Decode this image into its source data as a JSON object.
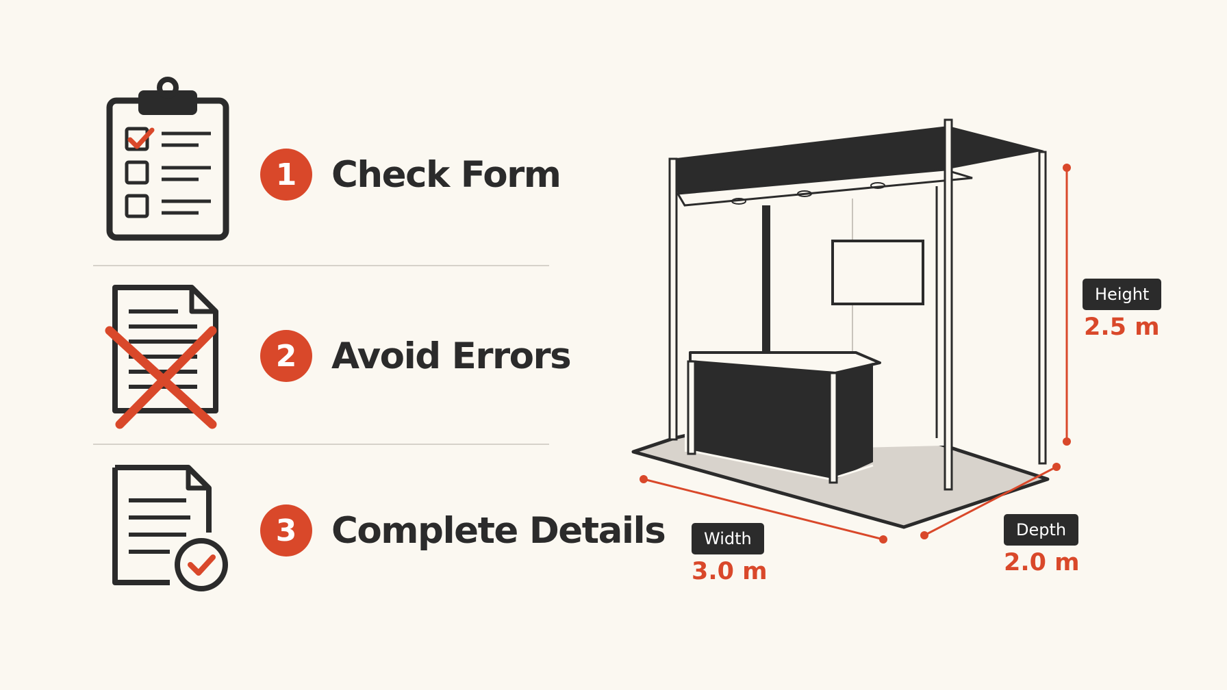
{
  "steps": [
    {
      "number": "1",
      "label": "Check Form",
      "icon": "clipboard-checklist-icon"
    },
    {
      "number": "2",
      "label": "Avoid Errors",
      "icon": "document-error-icon"
    },
    {
      "number": "3",
      "label": "Complete Details",
      "icon": "document-check-icon"
    }
  ],
  "dimensions": {
    "height": {
      "label": "Height",
      "value": "2.5 m"
    },
    "width": {
      "label": "Width",
      "value": "3.0 m"
    },
    "depth": {
      "label": "Depth",
      "value": "2.0 m"
    }
  },
  "colors": {
    "accent": "#d9482a",
    "dark": "#2b2b2b",
    "background": "#fbf8f1"
  }
}
